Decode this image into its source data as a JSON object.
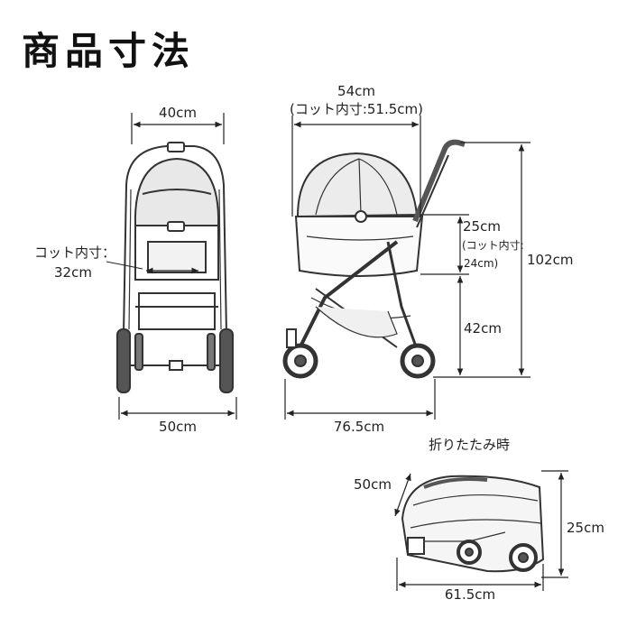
{
  "title": "商品寸法",
  "front": {
    "width_top": "40cm",
    "cot_inner_label": "コット内寸：",
    "cot_inner_value": "32cm",
    "width_bottom": "50cm"
  },
  "side": {
    "length_top": "54cm",
    "cot_inner_length": "(コット内寸:51.5cm)",
    "cot_height": "25cm",
    "cot_inner_height_label": "(コット内寸:",
    "cot_inner_height_value": "24cm)",
    "total_height": "102cm",
    "lower_height": "42cm",
    "length_bottom": "76.5cm"
  },
  "folded": {
    "caption": "折りたたみ時",
    "depth": "50cm",
    "height": "25cm",
    "length": "61.5cm"
  }
}
